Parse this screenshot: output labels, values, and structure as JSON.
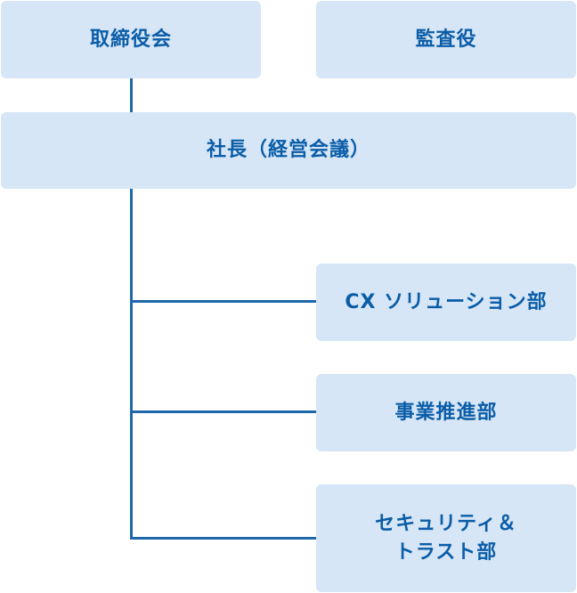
{
  "org_chart": {
    "board": "取締役会",
    "auditor": "監査役",
    "president": "社長（経営会議）",
    "departments": [
      {
        "label": "CX ソリューション部"
      },
      {
        "label": "事業推進部"
      },
      {
        "label_line1": "セキュリティ＆",
        "label_line2": "トラスト部"
      }
    ]
  },
  "colors": {
    "box_fill": "#d6e6f6",
    "text": "#0b5da8",
    "connector": "#1f67ab"
  }
}
